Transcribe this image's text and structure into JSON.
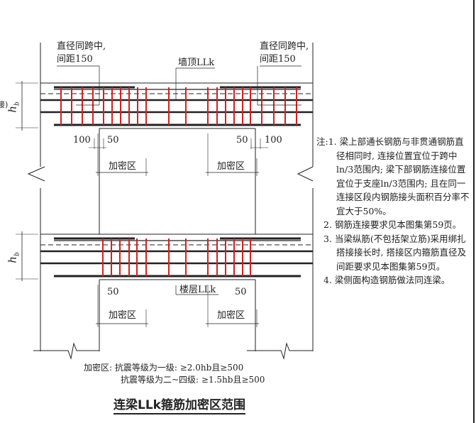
{
  "labels": {
    "left_callout_line1": "直径同跨中,",
    "left_callout_line2": "间距150",
    "right_callout_line1": "直径同跨中,",
    "right_callout_line2": "间距150",
    "top_beam": "墙顶LLk",
    "floor_beam": "楼层LLk",
    "hb": "h",
    "hb_sub": "b",
    "dim_100": "100",
    "dim_50": "50",
    "dense_zone": "加密区",
    "left_cut": "接)"
  },
  "legend": {
    "line1": "加密区: 抗震等级为一级: ≥2.0hb且≥500",
    "line2": "抗震等级为二~四级: ≥1.5hb且≥500"
  },
  "notes": {
    "prefix": "注:",
    "n1": "1. 梁上部通长钢筋与非贯通钢筋直径相同时, 连接位置宜位于跨中ln/3范围内; 梁下部钢筋连接位置宜位于支座ln/3范围内; 且在同一连接区段内钢筋接头面积百分率不宜大于50%。",
    "n2": "2. 钢筋连接要求见本图集第59页。",
    "n3": "3. 当梁纵筋(不包括架立筋)采用绑扎搭接接长时, 搭接区内箍筋直径及间距要求见本图集第59页。",
    "n4": "4. 梁侧面构造钢筋做法同连梁。"
  },
  "title": "连梁LLk箍筋加密区范围",
  "colors": {
    "stirrup": "#d42020",
    "line": "#222222"
  }
}
